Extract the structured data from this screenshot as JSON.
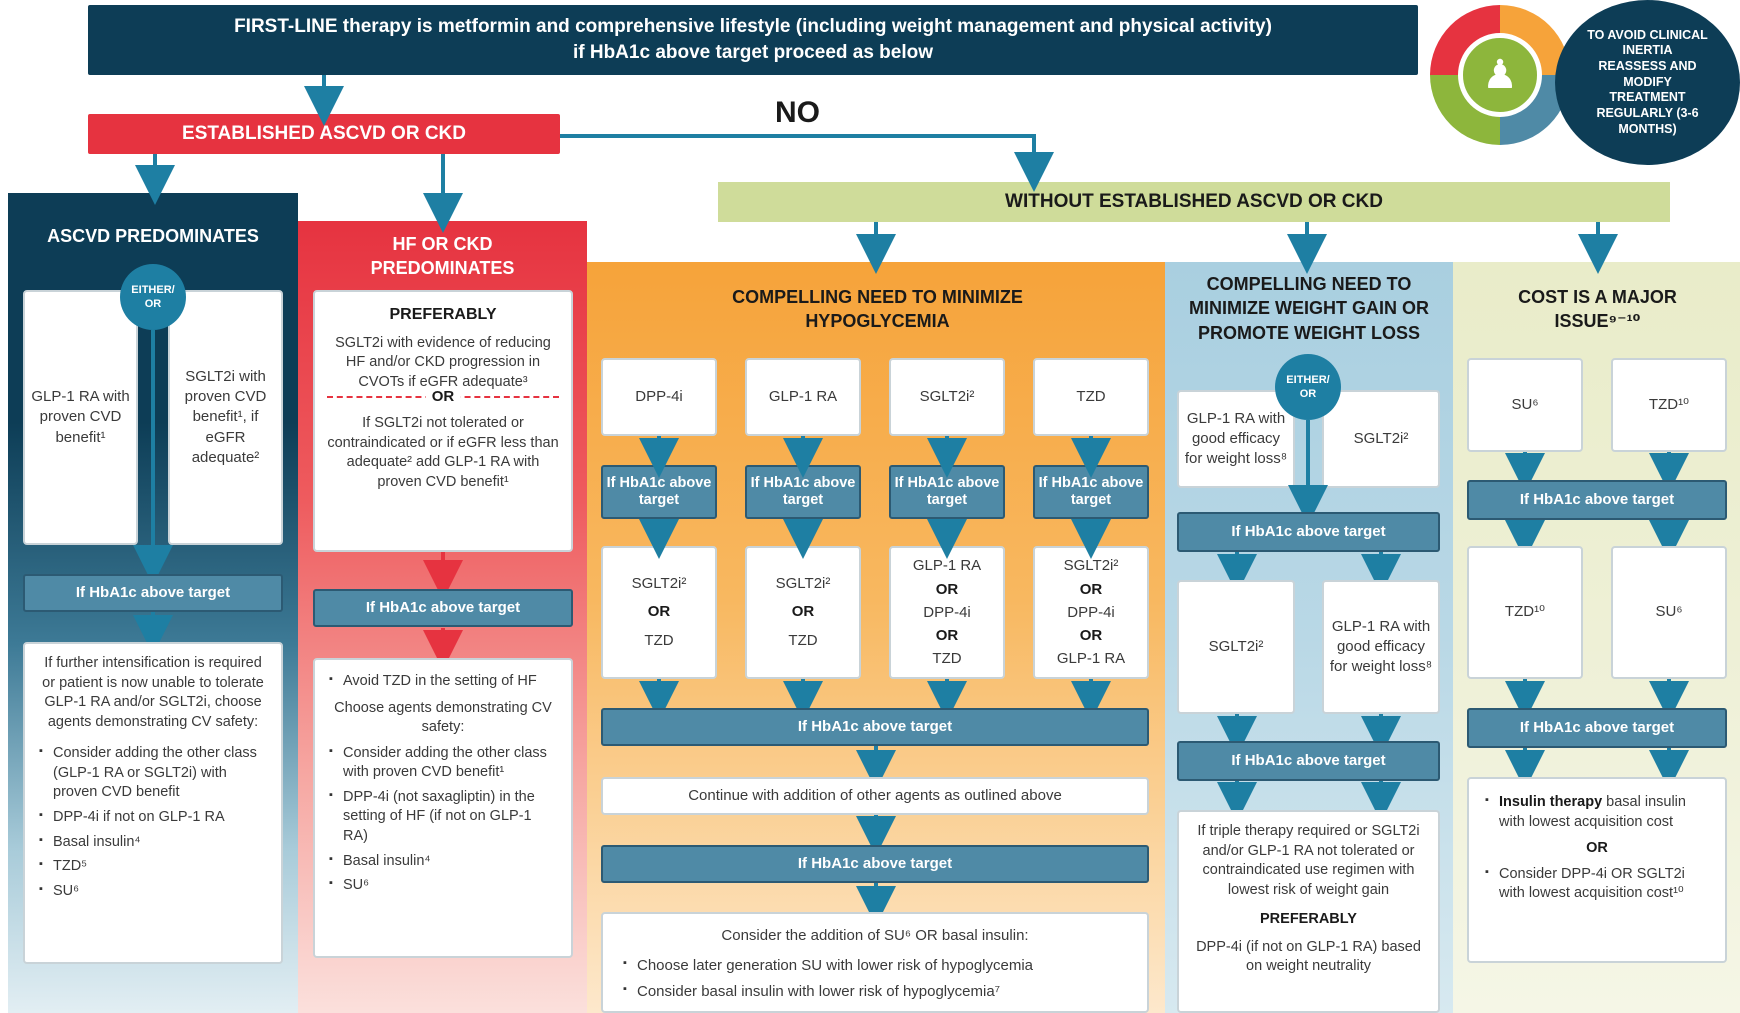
{
  "top_banner": {
    "line1": "FIRST-LINE therapy is metformin and comprehensive lifestyle (including weight management and physical activity)",
    "line2": "if HbA1c above target proceed as below"
  },
  "inertia_badge": {
    "text": "TO AVOID CLINICAL INERTIA REASSESS AND MODIFY TREATMENT REGULARLY (3-6 MONTHS)"
  },
  "established": {
    "label": "ESTABLISHED ASCVD OR CKD",
    "no_label": "NO"
  },
  "without": {
    "label": "WITHOUT ESTABLISHED ASCVD OR CKD"
  },
  "hba1c_label": "If HbA1c above target",
  "hba1c_short": "If HbA1c above target",
  "ascvd": {
    "title": "ASCVD PREDOMINATES",
    "either_or": "EITHER/ OR",
    "left_option": "GLP-1 RA with proven CVD benefit¹",
    "right_option": "SGLT2i with proven CVD benefit¹, if eGFR adequate²",
    "intensify": "If further intensification is required or patient is now unable to tolerate GLP-1 RA and/or SGLT2i, choose agents demonstrating CV safety:",
    "bullets": [
      "Consider adding the other class (GLP-1 RA or SGLT2i) with proven CVD benefit",
      "DPP-4i if not on GLP-1 RA",
      "Basal insulin⁴",
      "TZD⁵",
      "SU⁶"
    ]
  },
  "hf": {
    "title": "HF OR CKD PREDOMINATES",
    "preferably": "PREFERABLY",
    "pref_text": "SGLT2i with evidence of reducing HF and/or CKD progression in CVOTs if eGFR adequate³",
    "or": "OR",
    "alt_text": "If SGLT2i not tolerated or contraindicated or if eGFR less than adequate² add GLP-1 RA with proven CVD benefit¹",
    "bullet1": "Avoid TZD in the setting of HF",
    "cv_safety": "Choose agents demonstrating CV safety:",
    "bullets": [
      "Consider adding the other class with proven CVD benefit¹",
      "DPP-4i (not saxagliptin) in the setting of HF (if not on GLP-1 RA)",
      "Basal insulin⁴",
      "SU⁶"
    ]
  },
  "hypo": {
    "title": "COMPELLING NEED TO MINIMIZE HYPOGLYCEMIA",
    "drugs": [
      "DPP-4i",
      "GLP-1 RA",
      "SGLT2i²",
      "TZD"
    ],
    "second": [
      [
        "SGLT2i²",
        "OR",
        "TZD"
      ],
      [
        "SGLT2i²",
        "OR",
        "TZD"
      ],
      [
        "GLP-1 RA",
        "OR",
        "DPP-4i",
        "OR",
        "TZD"
      ],
      [
        "SGLT2i²",
        "OR",
        "DPP-4i",
        "OR",
        "GLP-1 RA"
      ]
    ],
    "continue": "Continue with addition of other agents as outlined above",
    "consider": "Consider the addition of SU⁶ OR basal insulin:",
    "bullets": [
      "Choose later generation SU with lower risk of hypoglycemia",
      "Consider basal insulin with lower risk of hypoglycemia⁷"
    ]
  },
  "weight": {
    "title": "COMPELLING NEED TO MINIMIZE WEIGHT GAIN OR PROMOTE WEIGHT LOSS",
    "either_or": "EITHER/ OR",
    "left": "GLP-1 RA with good efficacy for weight loss⁸",
    "right": "SGLT2i²",
    "second_left": "SGLT2i²",
    "second_right": "GLP-1 RA with good efficacy for weight loss⁸",
    "triple": "If triple therapy required or SGLT2i and/or GLP-1 RA not tolerated or contraindicated use regimen with lowest risk of weight gain",
    "preferably": "PREFERABLY",
    "pref_text": "DPP-4i (if not on GLP-1 RA) based on weight neutrality"
  },
  "cost": {
    "title": "COST IS A MAJOR ISSUE⁹⁻¹⁰",
    "left": "SU⁶",
    "right": "TZD¹⁰",
    "second_left": "TZD¹⁰",
    "second_right": "SU⁶",
    "insulin_bold": "Insulin therapy",
    "insulin_text": " basal insulin with lowest acquisition cost",
    "or": "OR",
    "consider": "Consider DPP-4i OR SGLT2i with lowest acquisition cost¹⁰"
  },
  "colors": {
    "navy": "#0d3d56",
    "red": "#e63340",
    "green_band": "#cfdc9a",
    "orange": "#f6a33a",
    "blue_col": "#a9cfe0",
    "beige_col": "#eef0d6",
    "hba1c": "#4f8aa6",
    "arrow": "#1e7fa3"
  }
}
